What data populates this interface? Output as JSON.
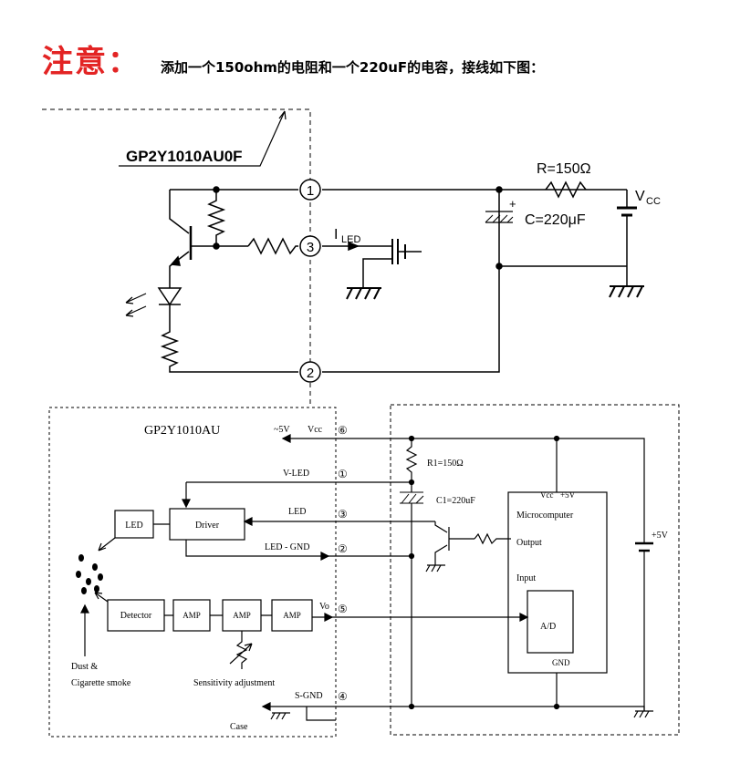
{
  "header": {
    "label": "注意：",
    "text": "添加一个150ohm的电阻和一个220uF的电容，接线如下图："
  },
  "top_circuit": {
    "module_name": "GP2Y1010AU0F",
    "pin1": "1",
    "pin2": "2",
    "pin3": "3",
    "resistor_label": "R=150Ω",
    "capacitor_label": "C=220μF",
    "vcc_main": "V",
    "vcc_sub": "CC",
    "iled_main": "I",
    "iled_sub": "LED",
    "plus_sign": "+"
  },
  "bottom_circuit": {
    "module_name": "GP2Y1010AU",
    "minus5v": "~5V",
    "vcc": "Vcc",
    "pin6": "⑥",
    "vled": "V-LED",
    "pin1": "①",
    "led_label": "LED",
    "pin3": "③",
    "led_gnd": "LED - GND",
    "pin2": "②",
    "vo": "Vo",
    "pin5": "⑤",
    "sgnd": "S-GND",
    "pin4": "④",
    "case": "Case",
    "block_led": "LED",
    "block_driver": "Driver",
    "block_detector": "Detector",
    "block_amp1": "AMP",
    "block_amp2": "AMP",
    "block_amp3": "AMP",
    "dust_line1": "Dust &",
    "dust_line2": "Cigarette smoke",
    "sensitivity": "Sensitivity adjustment",
    "r1": "R1=150Ω",
    "c1": "C1=220uF",
    "mc_vcc": "Vcc",
    "mc_plus5": "+5V",
    "microcomputer": "Microcomputer",
    "output": "Output",
    "input": "Input",
    "ad": "A/D",
    "gnd": "GND",
    "plus5v_side": "+5V"
  }
}
